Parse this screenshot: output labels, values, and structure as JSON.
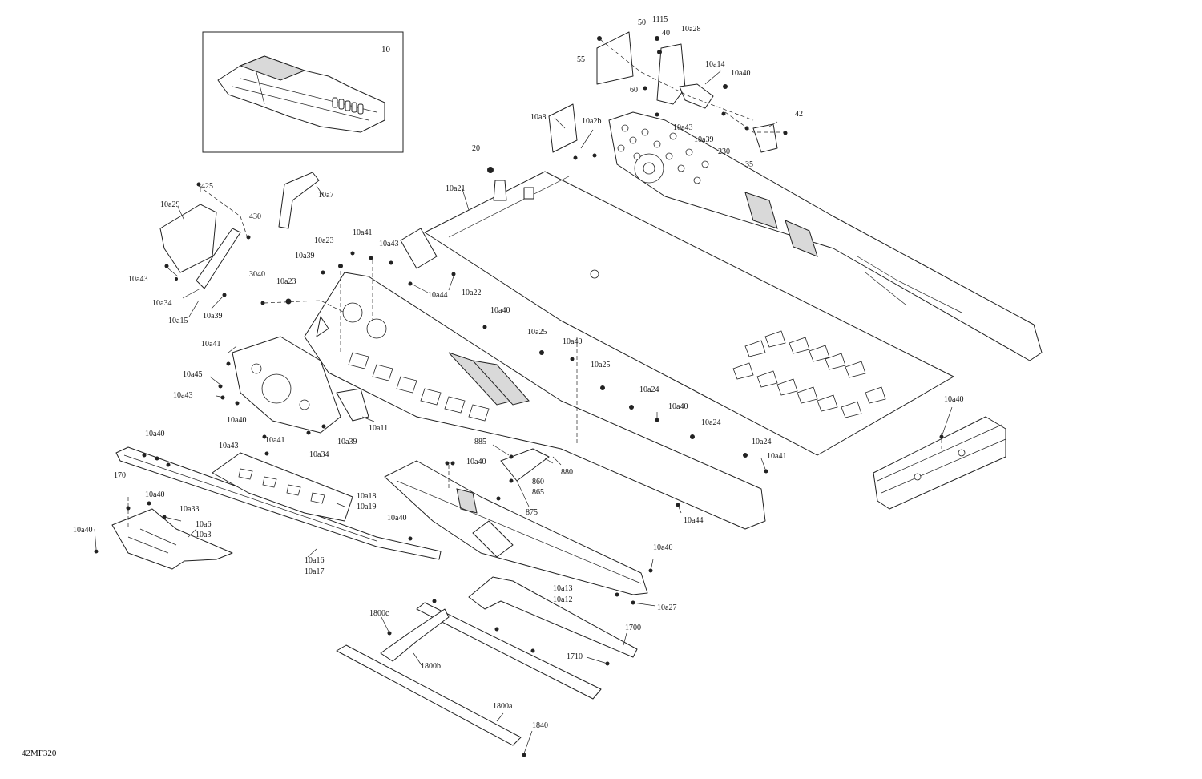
{
  "diagram": {
    "inset_label": "10",
    "figure_id": "42MF320",
    "labels": {
      "p50": "50",
      "p1115": "1115",
      "p40": "40",
      "p10a28": "10a28",
      "p55": "55",
      "p60": "60",
      "p10a14": "10a14",
      "p10a40a": "10a40",
      "p10a43a": "10a43",
      "p10a39a": "10a39",
      "p42": "42",
      "p230": "230",
      "p35": "35",
      "p10a8": "10a8",
      "p10a2b": "10a2b",
      "p20": "20",
      "p10a21": "10a21",
      "p425": "425",
      "p10a7": "10a7",
      "p10a29": "10a29",
      "p430": "430",
      "p10a23a": "10a23",
      "p10a41a": "10a41",
      "p10a43b": "10a43",
      "p10a39b": "10a39",
      "p3040": "3040",
      "p10a23b": "10a23",
      "p10a43c": "10a43",
      "p10a34a": "10a34",
      "p10a15": "10a15",
      "p10a39c": "10a39",
      "p10a44a": "10a44",
      "p10a22": "10a22",
      "p10a40b": "10a40",
      "p10a25a": "10a25",
      "p10a40c": "10a40",
      "p10a25b": "10a25",
      "p10a24a": "10a24",
      "p10a40d": "10a40",
      "p10a24b": "10a24",
      "p10a24c": "10a24",
      "p10a41b": "10a41",
      "p10a40e": "10a40",
      "p10a41c": "10a41",
      "p10a45": "10a45",
      "p10a43d": "10a43",
      "p10a40f": "10a40",
      "p10a11": "10a11",
      "p10a39d": "10a39",
      "p10a43e": "10a43",
      "p10a41d": "10a41",
      "p10a40g": "10a40",
      "p10a34b": "10a34",
      "p885": "885",
      "p880": "880",
      "p10a40h": "10a40",
      "p860": "860",
      "p865": "865",
      "p875": "875",
      "p10a44b": "10a44",
      "p170": "170",
      "p10a40i": "10a40",
      "p10a18": "10a18",
      "p10a19": "10a19",
      "p10a33": "10a33",
      "p10a40j": "10a40",
      "p10a6": "10a6",
      "p10a3": "10a3",
      "p10a40k": "10a40",
      "p10a16": "10a16",
      "p10a17": "10a17",
      "p10a40l": "10a40",
      "p10a13": "10a13",
      "p10a12": "10a12",
      "p10a27": "10a27",
      "p1800c": "1800c",
      "p1800b": "1800b",
      "p1700": "1700",
      "p1710": "1710",
      "p1800a": "1800a",
      "p1840": "1840"
    }
  }
}
